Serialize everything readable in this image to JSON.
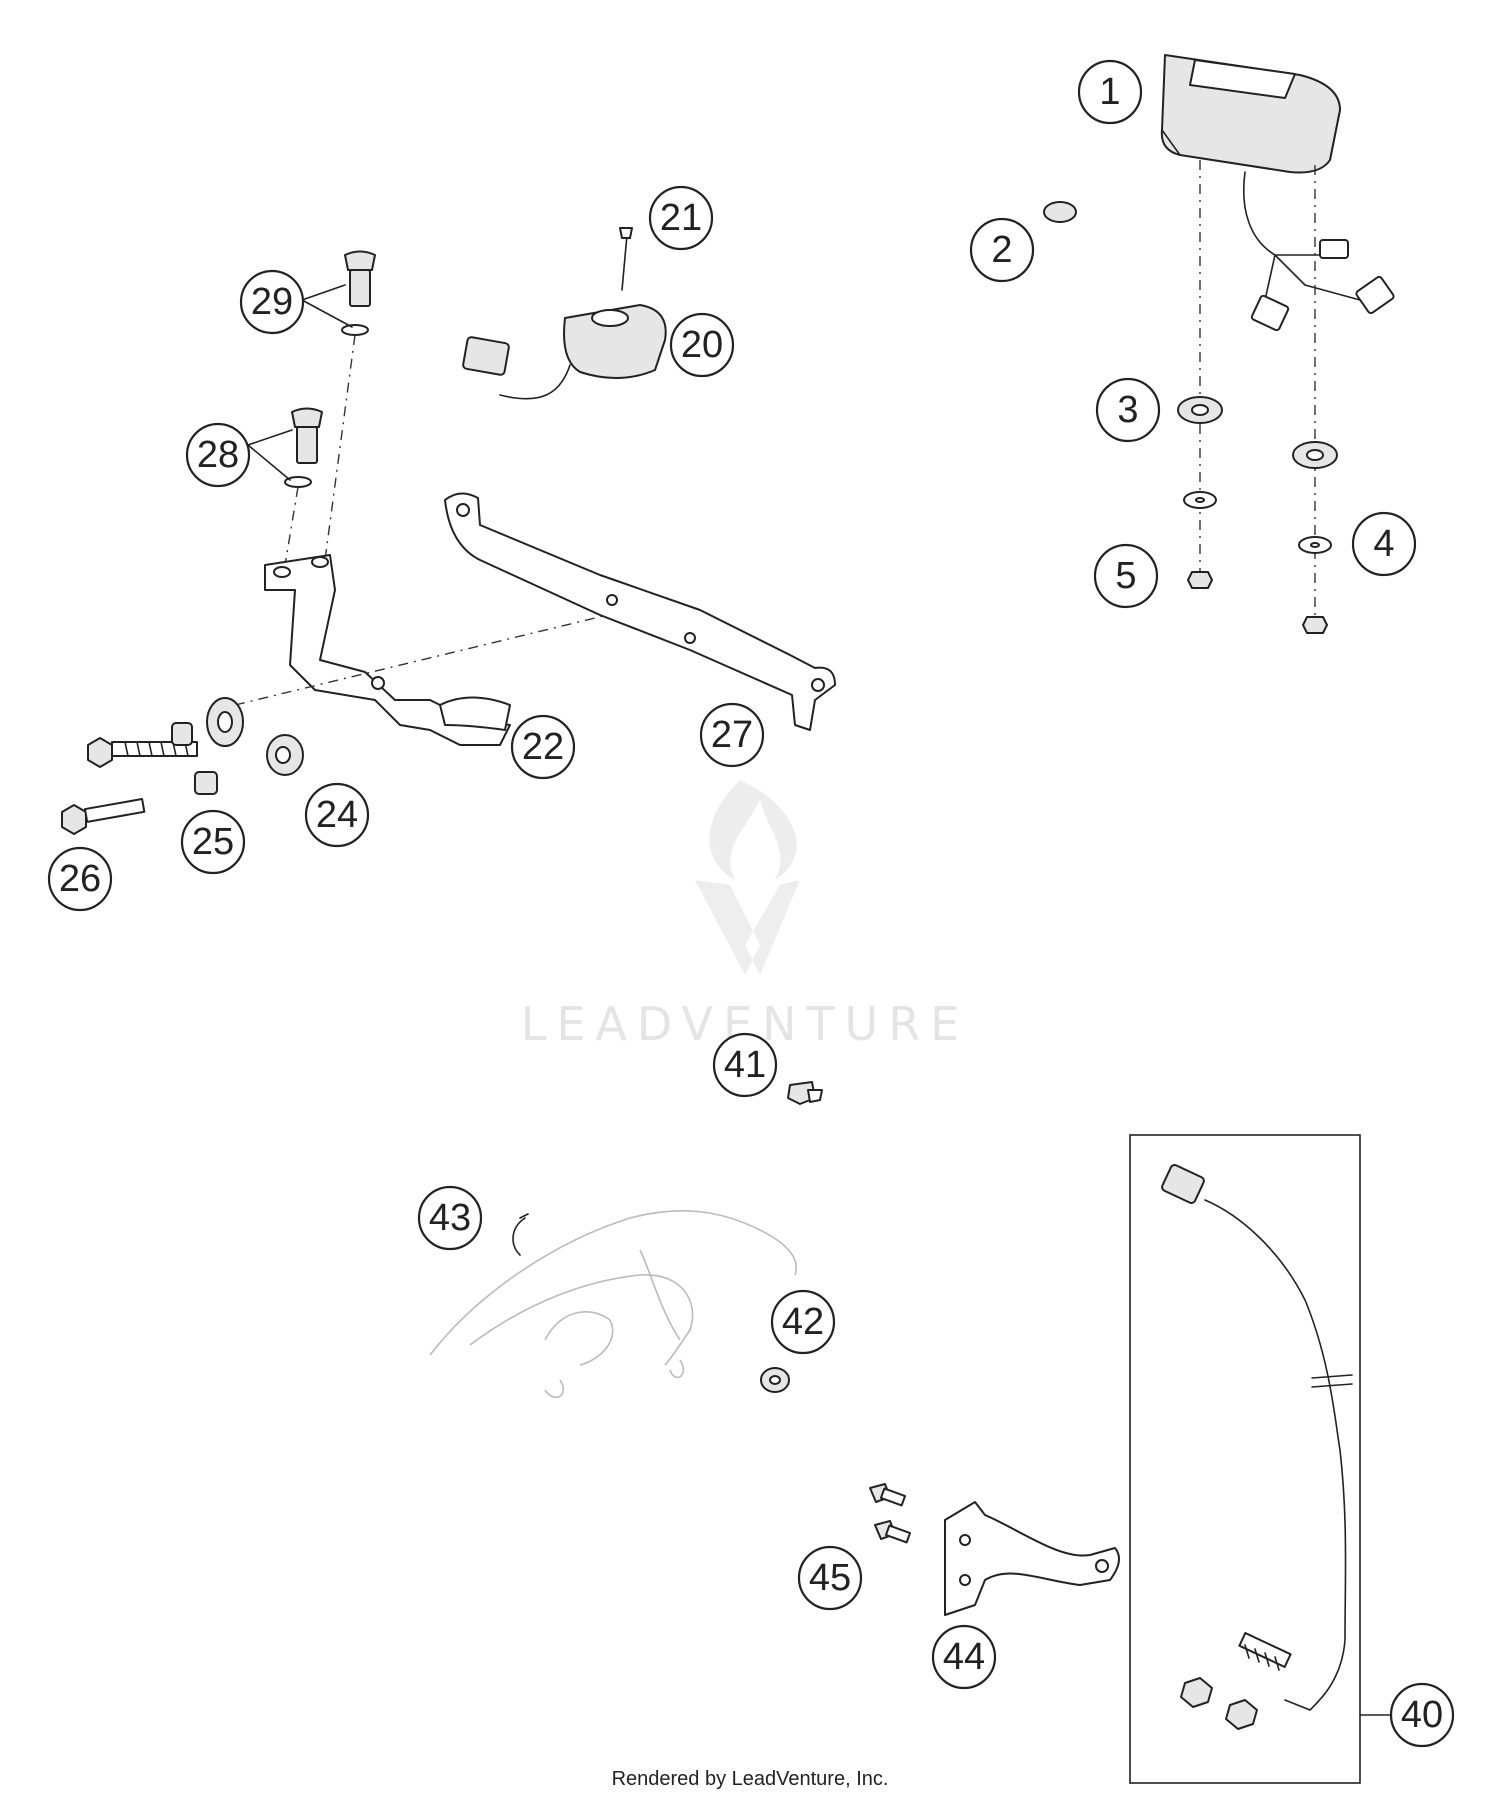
{
  "callouts": [
    {
      "id": "1",
      "label": "1"
    },
    {
      "id": "2",
      "label": "2"
    },
    {
      "id": "3",
      "label": "3"
    },
    {
      "id": "4",
      "label": "4"
    },
    {
      "id": "5",
      "label": "5"
    },
    {
      "id": "20",
      "label": "20"
    },
    {
      "id": "21",
      "label": "21"
    },
    {
      "id": "22",
      "label": "22"
    },
    {
      "id": "24",
      "label": "24"
    },
    {
      "id": "25",
      "label": "25"
    },
    {
      "id": "26",
      "label": "26"
    },
    {
      "id": "27",
      "label": "27"
    },
    {
      "id": "28",
      "label": "28"
    },
    {
      "id": "29",
      "label": "29"
    },
    {
      "id": "40",
      "label": "40"
    },
    {
      "id": "41",
      "label": "41"
    },
    {
      "id": "42",
      "label": "42"
    },
    {
      "id": "43",
      "label": "43"
    },
    {
      "id": "44",
      "label": "44"
    },
    {
      "id": "45",
      "label": "45"
    }
  ],
  "watermark": {
    "text": "LEADVENTURE"
  },
  "credit": {
    "text": "Rendered by LeadVenture, Inc."
  },
  "colors": {
    "line": "#222222",
    "watermark": "#e4e4e4",
    "background": "#ffffff"
  }
}
